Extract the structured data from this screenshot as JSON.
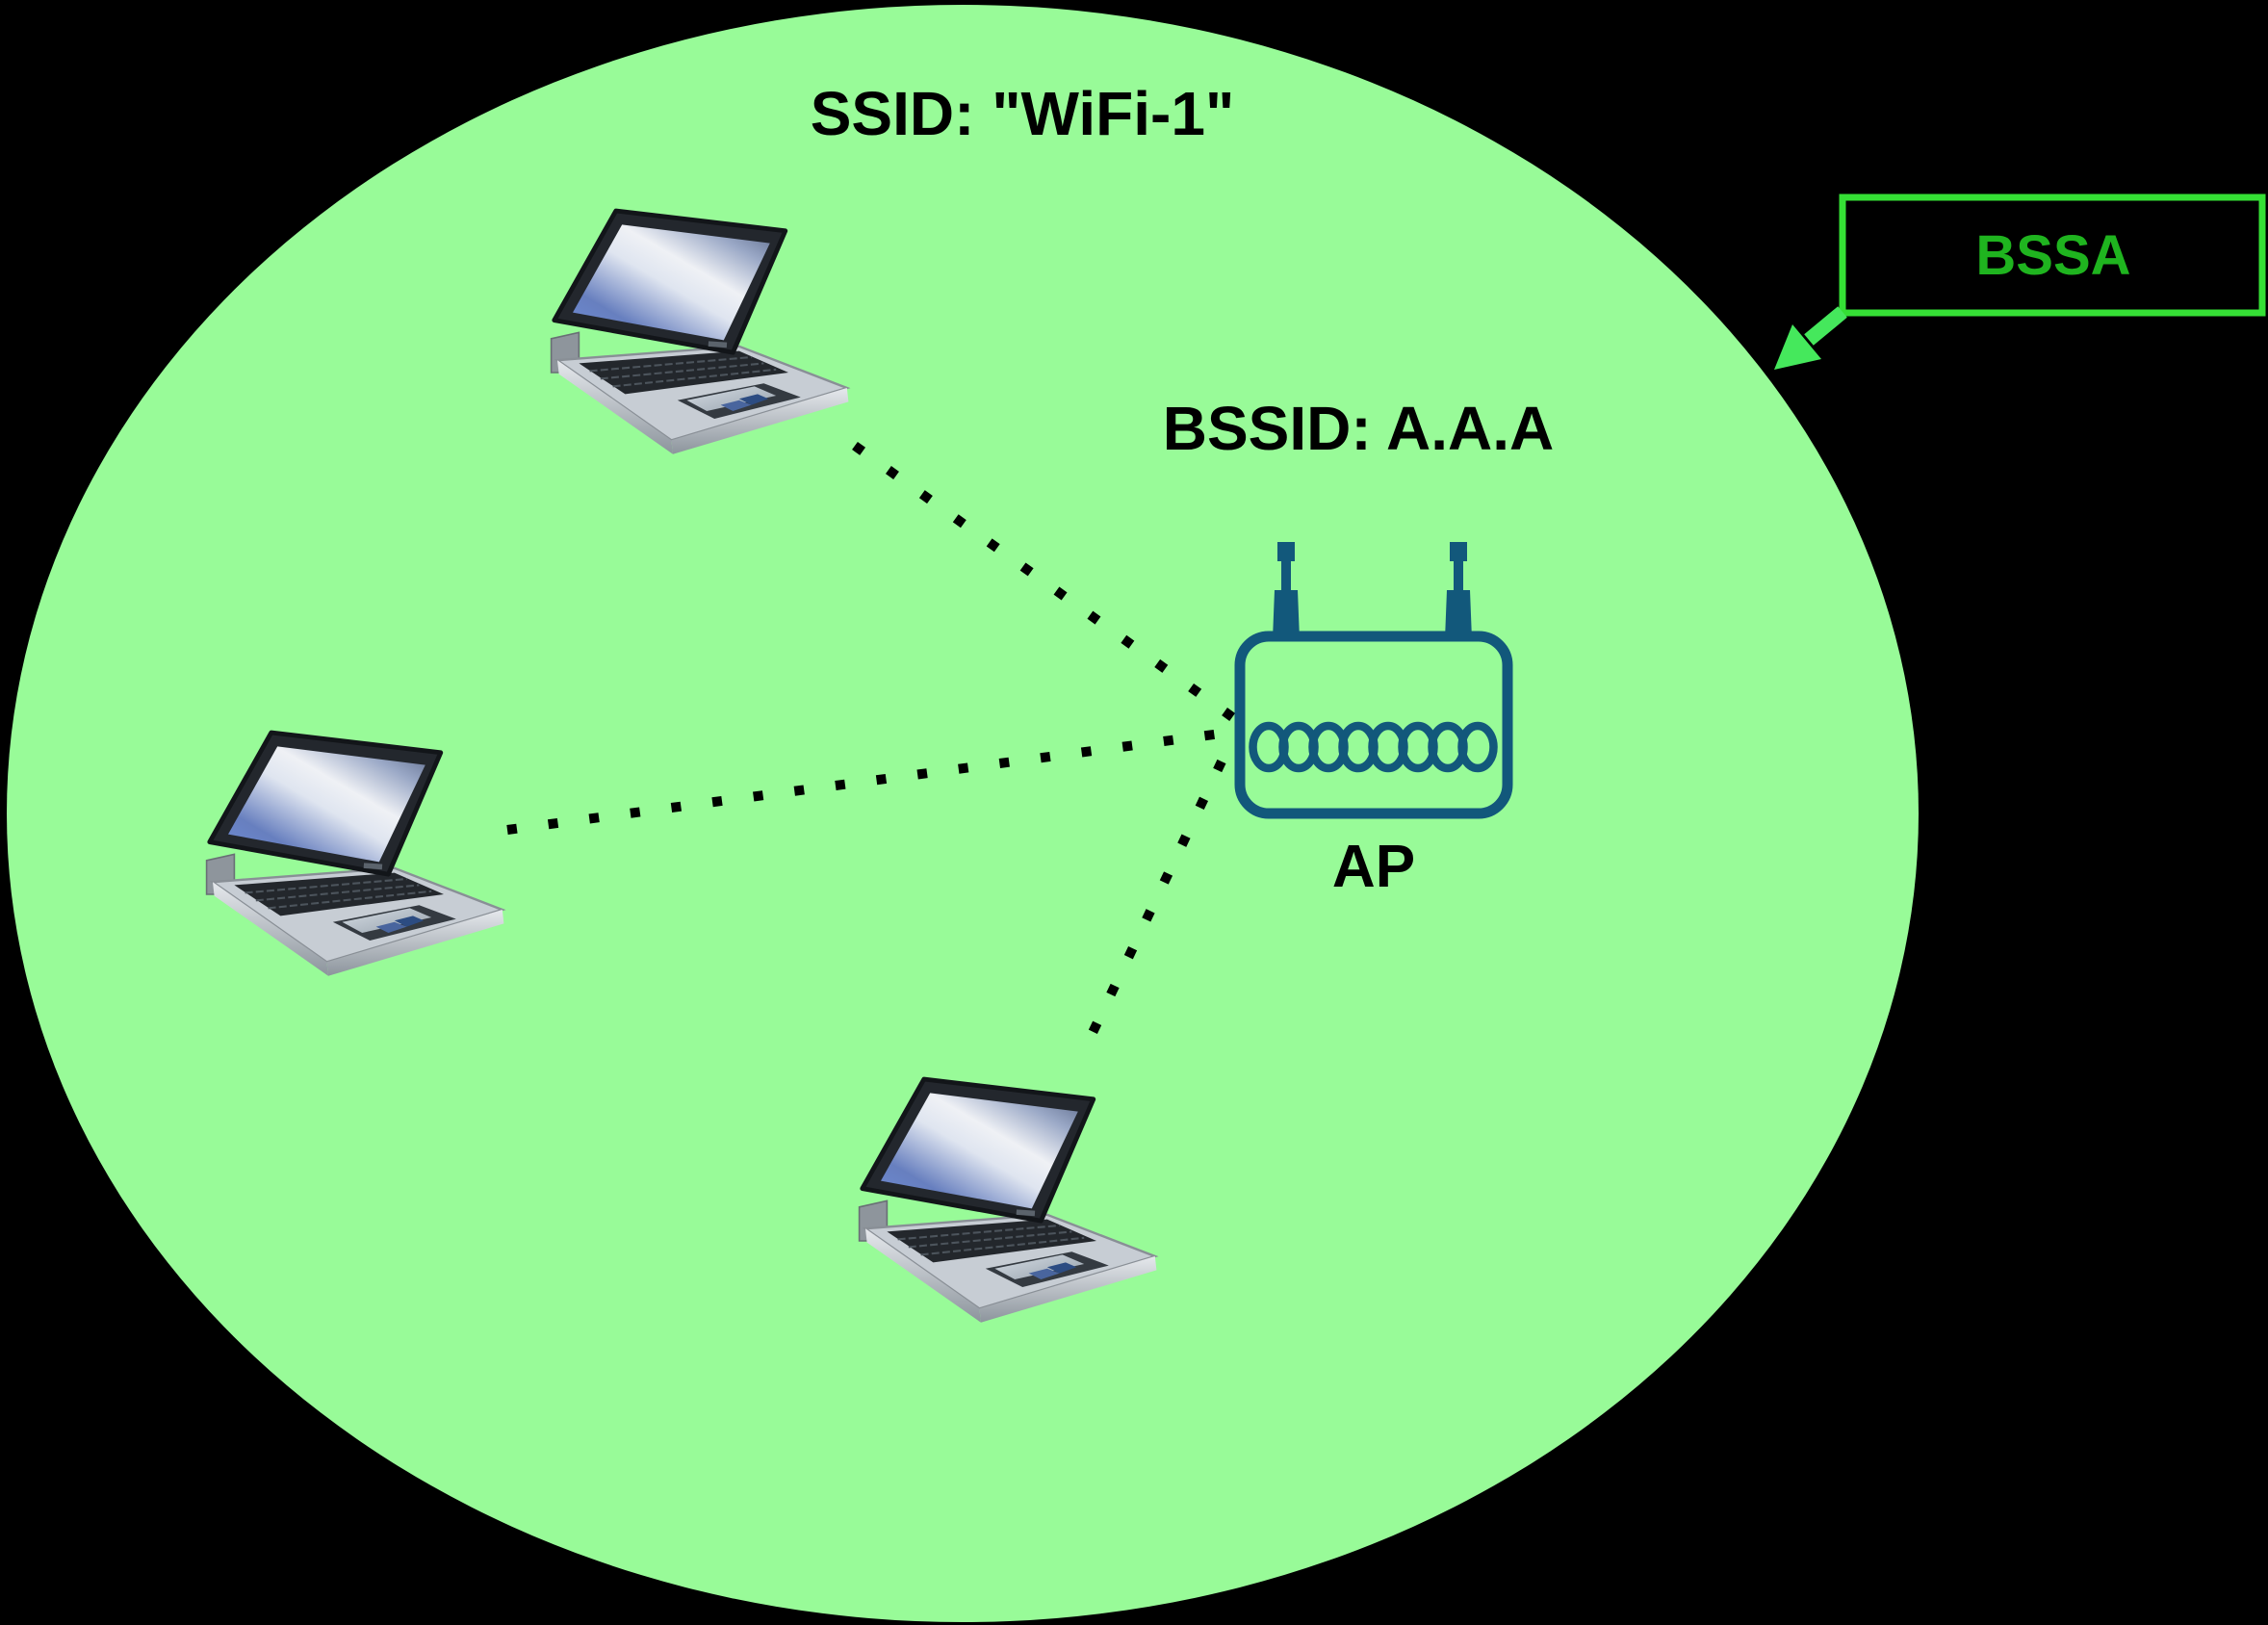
{
  "diagram": {
    "type": "wifi-basic-service-set-diagram",
    "background_color": "#000000",
    "coverage": {
      "ssid_label": "SSID: \"WiFi-1\"",
      "fill_color": "#98FB98",
      "shape": "ellipse"
    },
    "access_point": {
      "label": "AP",
      "bssid_label": "BSSID: A.A.A",
      "icon": "wireless-access-point-icon",
      "color": "#12587B",
      "antenna_count": 2
    },
    "stations": [
      {
        "name": "laptop-station-1",
        "icon": "laptop-icon"
      },
      {
        "name": "laptop-station-2",
        "icon": "laptop-icon"
      },
      {
        "name": "laptop-station-3",
        "icon": "laptop-icon"
      }
    ],
    "links": {
      "count": 3,
      "style": "dotted",
      "color": "#000000"
    },
    "callout": {
      "label": "BSSA",
      "text_color": "#1FB41F",
      "border_color": "#35E035",
      "arrow_color": "#45E85C",
      "fill_color": "#000000"
    }
  }
}
